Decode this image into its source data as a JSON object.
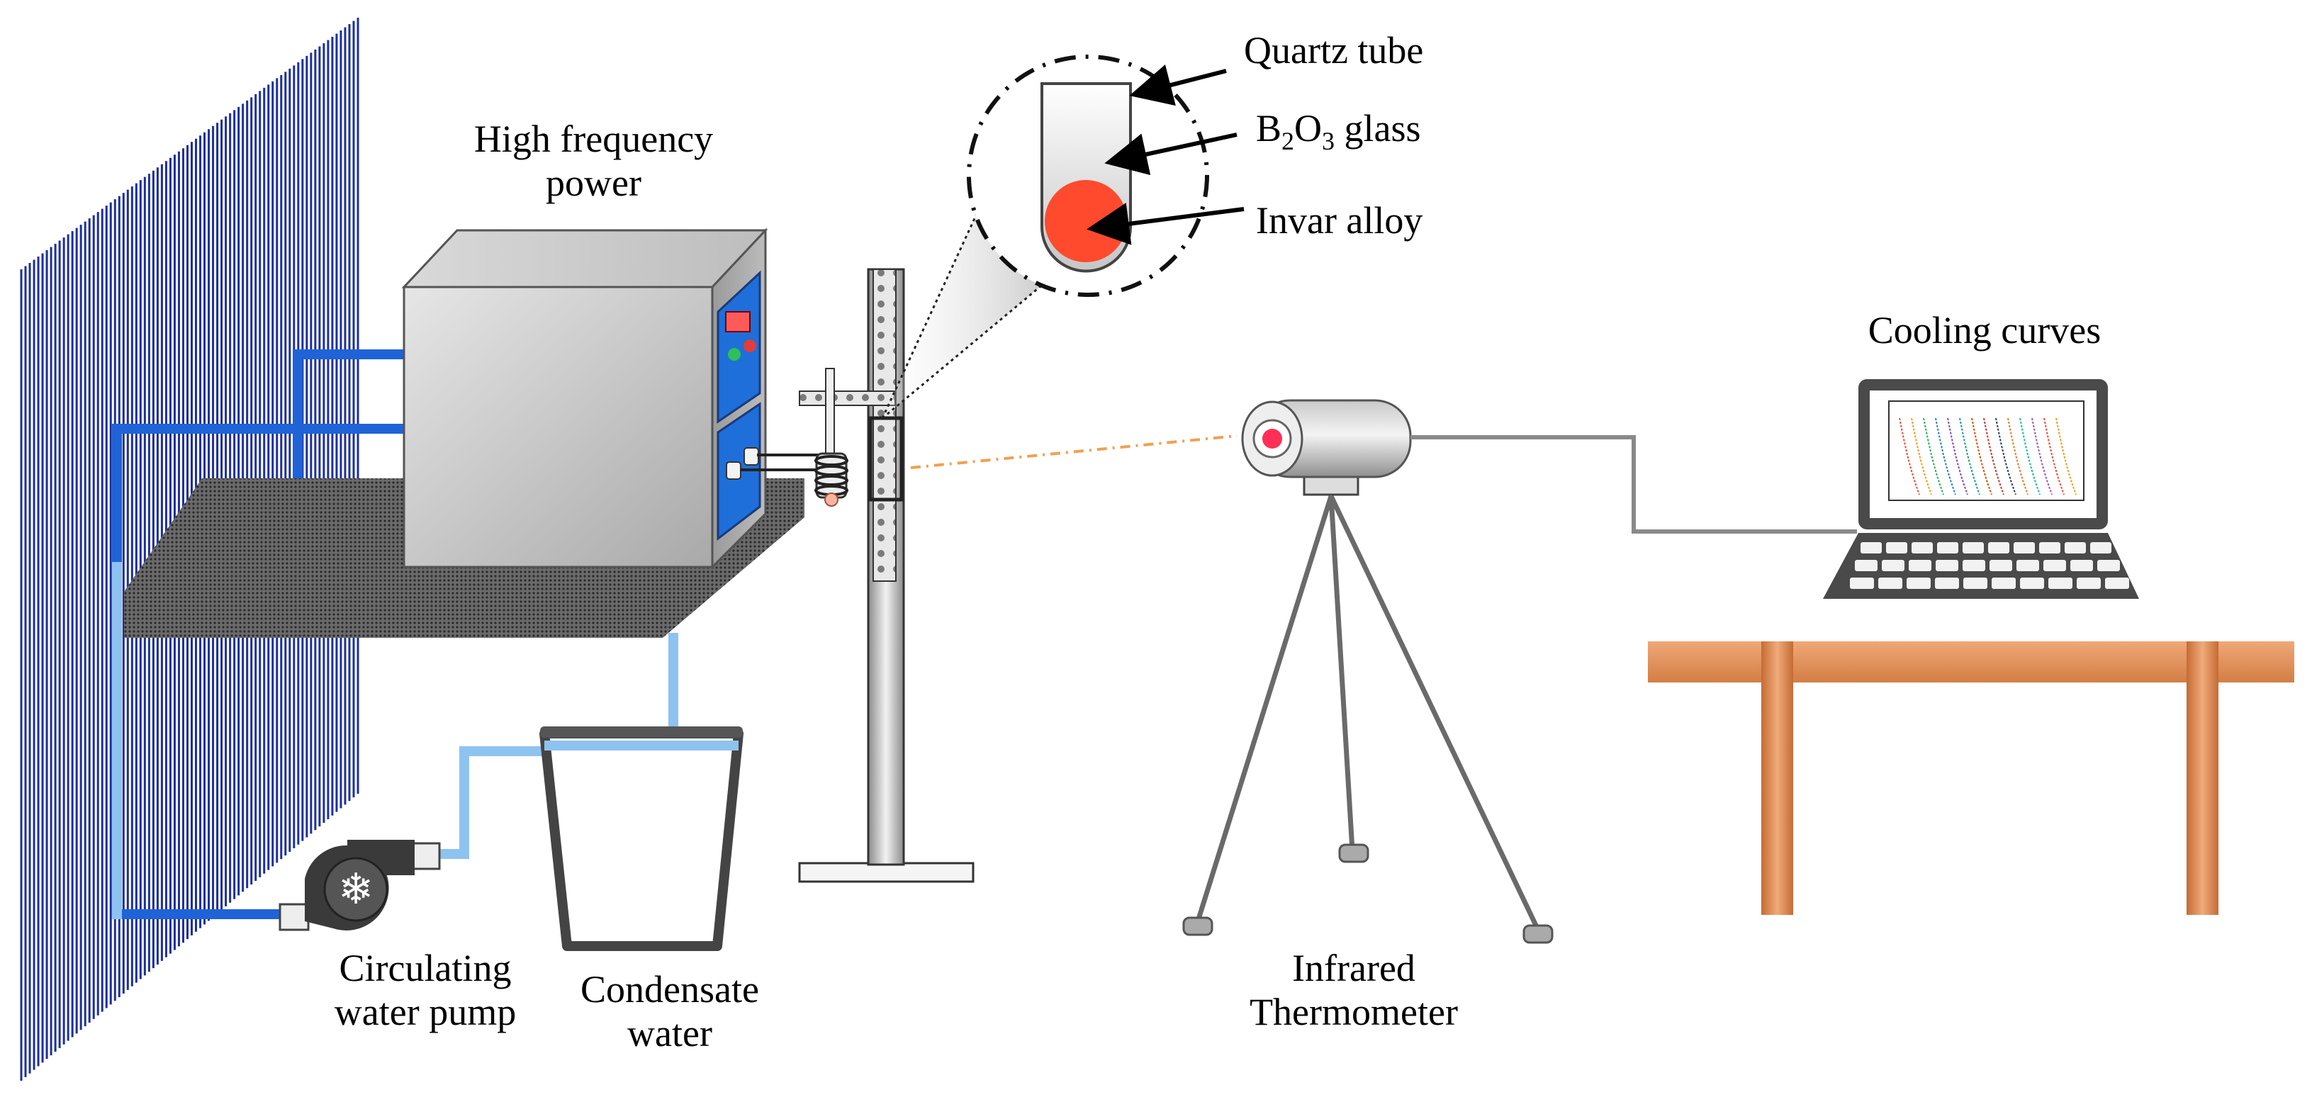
{
  "labels": {
    "high_frequency_power": {
      "line1": "High frequency",
      "line2": "power"
    },
    "quartz_tube": "Quartz tube",
    "b2o3_glass": {
      "b": "B",
      "sub1": "2",
      "o": "O",
      "sub2": "3",
      "rest": " glass"
    },
    "invar_alloy": "Invar alloy",
    "cooling_curves": "Cooling curves",
    "circulating_pump": {
      "line1": "Circulating",
      "line2": "water pump"
    },
    "condensate_water": {
      "line1": "Condensate",
      "line2": "water"
    },
    "infrared_thermometer": {
      "line1": "Infrared",
      "line2": "Thermometer"
    }
  },
  "icons": {
    "pump": "snowflake-icon",
    "laptop_screen": "cooling-curves-plot"
  },
  "colors": {
    "wall_stripe": "#1c2f9a",
    "pipe_dark": "#1f63d6",
    "pipe_light": "#8ec3f0",
    "power_box": "#c8c8c8",
    "panel_blue": "#1e6fd9",
    "invar_red": "#ff4a2e",
    "table": "#e0915a",
    "table_dark": "#c46c36",
    "laptop": "#4a4a4a",
    "beam": "#f0a050"
  }
}
